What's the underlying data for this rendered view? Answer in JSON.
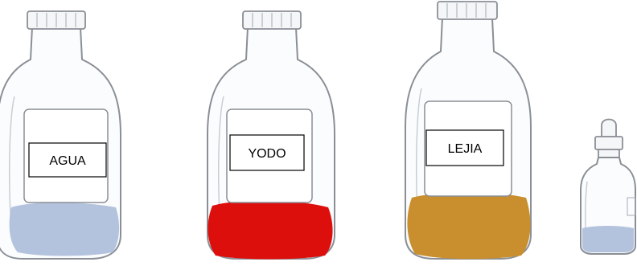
{
  "bottles": [
    {
      "label": "AGUA",
      "liquid_color": "#b4c3dd"
    },
    {
      "label": "YODO",
      "liquid_color": "#dc0f0c"
    },
    {
      "label": "LEJIA",
      "liquid_color": "#c98f2e"
    }
  ],
  "dropper": {
    "liquid_color": "#b4c3dd"
  }
}
